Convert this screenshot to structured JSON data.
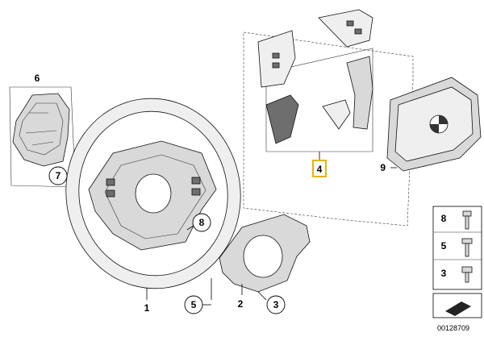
{
  "colors": {
    "highlight": "#e8b400",
    "line": "#000000",
    "part_fill": "#d9d9d9",
    "part_dark": "#6e6e6e"
  },
  "callouts": {
    "steering_wheel": "1",
    "bracket": "2",
    "screw_3": "3",
    "cover_set": "4",
    "screw_5": "5",
    "spring_plate": "6",
    "ring_7": "7",
    "screw_8": "8",
    "airbag": "9"
  },
  "legend": {
    "items": [
      "8",
      "5",
      "3"
    ]
  },
  "diagram_number": "00128709"
}
